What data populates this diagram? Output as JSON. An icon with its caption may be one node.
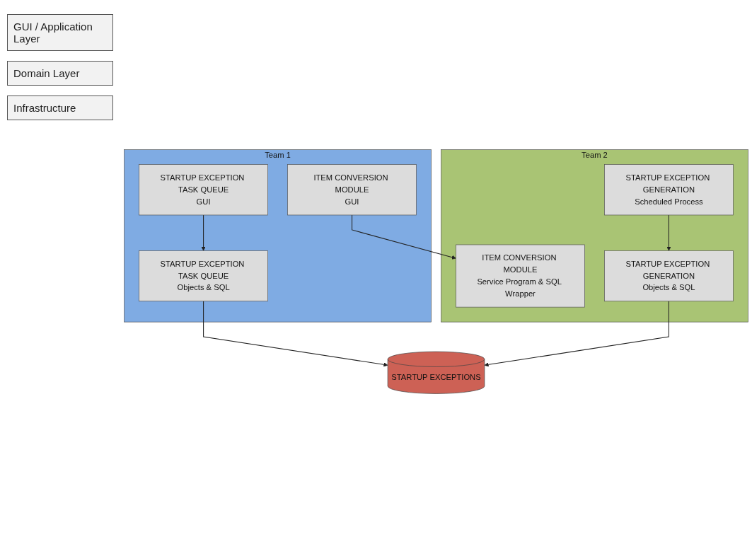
{
  "diagram": {
    "nodes": [
      {
        "text": [
          "Team 1"
        ]
      },
      {
        "text": [
          "STARTUP EXCEPTION TASK QUEUE",
          "GUI"
        ],
        "in": 0
      },
      {
        "text": [
          "ITEM CONVERSION MODULE",
          "GUI"
        ],
        "in": 0
      },
      {
        "text": [
          "STARTUP EXCEPTION TASK QUEUE",
          "Objects & SQL"
        ],
        "in": 0
      },
      {
        "text": [
          "Team 2"
        ]
      },
      {
        "text": [
          "STARTUP EXCEPTION GENERATION",
          "Scheduled Process"
        ],
        "in": 4
      },
      {
        "text": [
          "ITEM CONVERSION MODULE",
          "Service Program & SQL Wrapper"
        ],
        "in": 4
      },
      {
        "text": [
          "STARTUP EXCEPTION GENERATION",
          "Objects & SQL"
        ],
        "in": 4
      },
      {
        "text": [
          "STARTUP EXCEPTIONS"
        ]
      }
    ],
    "edges": [
      {
        "from": 1,
        "to": 3,
        "arrow": "to"
      },
      {
        "from": 2,
        "to": 6,
        "arrow": "to"
      },
      {
        "from": 5,
        "to": 7,
        "arrow": "to"
      },
      {
        "from": 3,
        "to": 8,
        "arrow": "to"
      },
      {
        "from": 7,
        "to": 8,
        "arrow": "to"
      }
    ],
    "labels": [
      "GUI / Application Layer",
      "Domain Layer",
      "Infrastructure"
    ]
  }
}
